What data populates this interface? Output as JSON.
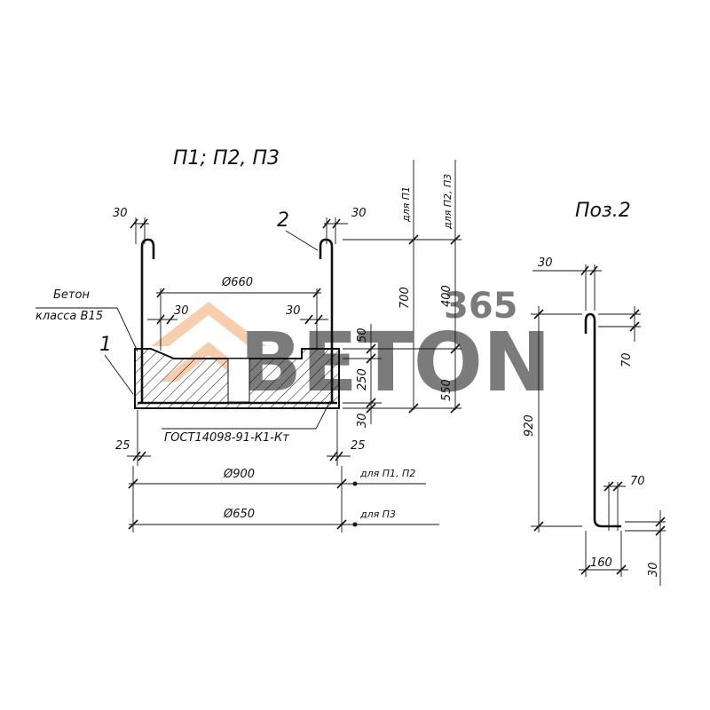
{
  "main_view": {
    "title": "П1; П2, П3",
    "dims": {
      "top_left": "30",
      "top_right": "30",
      "d660": "Ø660",
      "inner_left": "30",
      "inner_right": "30",
      "h50": "50",
      "h250": "250",
      "h30": "30",
      "h700": "700",
      "h400": "400",
      "h550": "550",
      "bottom_left": "25",
      "bottom_right": "25",
      "d900": "Ø900",
      "d650": "Ø650"
    },
    "labels": {
      "concrete_line1": "Бетон",
      "concrete_line2": "класса В15",
      "callout_1": "1",
      "callout_2": "2",
      "gost": "ГОСТ14098-91-К1-Кт",
      "for_p1": "для П1",
      "for_p2_p3": "для П2, П3",
      "for_p1_p2": "для П1, П2",
      "for_p3": "для П3"
    }
  },
  "detail_view": {
    "title": "Поз.2",
    "dims": {
      "top": "30",
      "h70": "70",
      "h920": "920",
      "bottom_70": "70",
      "w160": "160",
      "bottom_30": "30"
    }
  },
  "watermark": {
    "text": "BETON",
    "number": "365"
  },
  "colors": {
    "ink": "#111111",
    "watermark_orange": "#f4a56a",
    "watermark_grey": "#d2d2d2"
  }
}
